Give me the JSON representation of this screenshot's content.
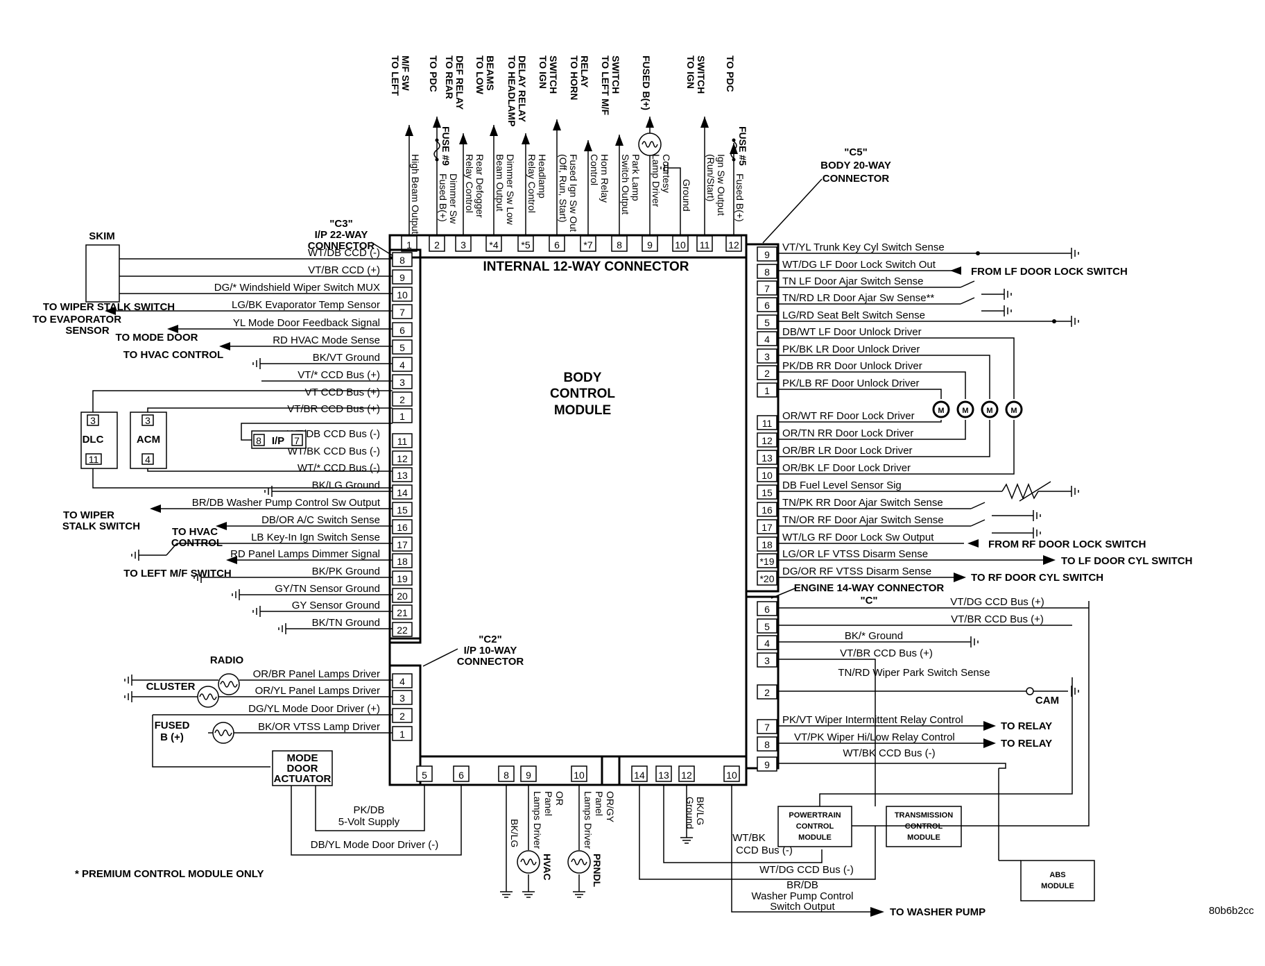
{
  "module": {
    "title_lines": [
      "BODY",
      "CONTROL",
      "MODULE"
    ]
  },
  "internal_connector": {
    "label": "INTERNAL 12-WAY CONNECTOR"
  },
  "connectors": {
    "c3": {
      "name": "\"C3\"",
      "desc1": "I/P 22-WAY",
      "desc2": "CONNECTOR"
    },
    "c5": {
      "name": "\"C5\"",
      "desc1": "BODY 20-WAY",
      "desc2": "CONNECTOR"
    },
    "c2": {
      "name": "\"C2\"",
      "desc1": "I/P 10-WAY",
      "desc2": "CONNECTOR"
    },
    "c": {
      "line1": "ENGINE 14-WAY CONNECTOR",
      "line2": "\"C\""
    }
  },
  "top_wires": [
    {
      "pin": "1",
      "desc_lines": [
        "High Beam Output"
      ],
      "dest_lines": [
        "TO LEFT",
        "M/F SW"
      ]
    },
    {
      "pin": "2",
      "desc_lines": [
        "Dimmer Sw",
        "Fused B(+)"
      ],
      "dest_lines": [
        "TO PDC"
      ],
      "fuse": "FUSE #9"
    },
    {
      "pin": "3",
      "desc_lines": [
        "Rear Defogger",
        "Relay Control"
      ],
      "dest_lines": [
        "TO REAR",
        "DEF RELAY"
      ]
    },
    {
      "pin": "*4",
      "desc_lines": [
        "Dimmer Sw Low",
        "Beam Output"
      ],
      "dest_lines": [
        "TO LOW",
        "BEAMS"
      ]
    },
    {
      "pin": "*5",
      "desc_lines": [
        "Headlamp",
        "Relay Control"
      ],
      "dest_lines": [
        "TO HEADLAMP",
        "DELAY RELAY"
      ]
    },
    {
      "pin": "6",
      "desc_lines": [
        "Fused Ign Sw Out",
        "(Off, Run, Start)"
      ],
      "dest_lines": [
        "TO IGN",
        "SWITCH"
      ]
    },
    {
      "pin": "*7",
      "desc_lines": [
        "Horn Relay",
        "Control"
      ],
      "dest_lines": [
        "TO HORN",
        "RELAY"
      ]
    },
    {
      "pin": "8",
      "desc_lines": [
        "Park Lamp",
        "Switch Output"
      ],
      "dest_lines": [
        "TO LEFT M/F",
        "SWITCH"
      ]
    },
    {
      "pin": "9",
      "desc_lines": [
        "Courtesy",
        "Lamp Driver"
      ],
      "dest_lines": [
        "FUSED B(+)"
      ]
    },
    {
      "pin": "10",
      "desc_lines": [
        "Ground"
      ],
      "dest_lines": []
    },
    {
      "pin": "11",
      "desc_lines": [
        "Ign Sw Output",
        "(Run/Start)"
      ],
      "dest_lines": [
        "TO IGN",
        "SWITCH"
      ]
    },
    {
      "pin": "12",
      "desc_lines": [
        "Fused B(+)"
      ],
      "dest_lines": [
        "TO PDC"
      ],
      "fuse": "FUSE #5"
    }
  ],
  "c3_wires": [
    {
      "pin": "8",
      "label": "WT/DB  CCD (-)"
    },
    {
      "pin": "9",
      "label": "VT/BR  CCD (+)"
    },
    {
      "pin": "10",
      "label": "DG/*  Windshield Wiper Switch MUX"
    },
    {
      "pin": "7",
      "label": "LG/BK  Evaporator Temp Sensor"
    },
    {
      "pin": "6",
      "label": "YL  Mode Door Feedback Signal"
    },
    {
      "pin": "5",
      "label": "RD  HVAC Mode Sense"
    },
    {
      "pin": "4",
      "label": "BK/VT  Ground"
    },
    {
      "pin": "3",
      "label": "VT/*  CCD Bus (+)"
    },
    {
      "pin": "2",
      "label": "VT  CCD Bus (+)"
    },
    {
      "pin": "1",
      "label": "VT/BR  CCD Bus (+)"
    },
    {
      "pin": "11",
      "label": "WT/DB  CCD Bus (-)"
    },
    {
      "pin": "12",
      "label": "WT/BK  CCD Bus (-)"
    },
    {
      "pin": "13",
      "label": "WT/*  CCD Bus (-)"
    },
    {
      "pin": "14",
      "label": "BK/LG  Ground"
    },
    {
      "pin": "15",
      "label": "BR/DB  Washer Pump Control Sw Output"
    },
    {
      "pin": "16",
      "label": "DB/OR  A/C Switch Sense"
    },
    {
      "pin": "17",
      "label": "LB  Key-In Ign Switch Sense"
    },
    {
      "pin": "18",
      "label": "RD  Panel Lamps Dimmer Signal"
    },
    {
      "pin": "19",
      "label": "BK/PK Ground"
    },
    {
      "pin": "20",
      "label": "GY/TN  Sensor Ground"
    },
    {
      "pin": "21",
      "label": "GY  Sensor Ground"
    },
    {
      "pin": "22",
      "label": "BK/TN  Ground"
    }
  ],
  "c2_wires": [
    {
      "pin": "4",
      "label": "OR/BR  Panel Lamps Driver"
    },
    {
      "pin": "3",
      "label": "OR/YL  Panel Lamps Driver"
    },
    {
      "pin": "2",
      "label": "DG/YL  Mode Door Driver (+)"
    },
    {
      "pin": "1",
      "label": "BK/OR  VTSS Lamp Driver"
    }
  ],
  "c2_bottom": [
    {
      "pin": "5"
    },
    {
      "pin": "6"
    },
    {
      "pin": "8"
    },
    {
      "pin": "9"
    },
    {
      "pin": "10"
    }
  ],
  "c5_wires": [
    {
      "pin": "9",
      "label": "VT/YL  Trunk Key Cyl Switch Sense"
    },
    {
      "pin": "8",
      "label": "WT/DG  LF Door Lock Switch Out"
    },
    {
      "pin": "7",
      "label": "TN  LF Door Ajar Switch Sense"
    },
    {
      "pin": "6",
      "label": "TN/RD  LR Door Ajar Sw Sense**"
    },
    {
      "pin": "5",
      "label": "LG/RD  Seat Belt Switch Sense"
    },
    {
      "pin": "4",
      "label": "DB/WT  LF Door Unlock Driver"
    },
    {
      "pin": "3",
      "label": "PK/BK  LR Door Unlock Driver"
    },
    {
      "pin": "2",
      "label": "PK/DB  RR Door Unlock Driver"
    },
    {
      "pin": "1",
      "label": "PK/LB  RF Door Unlock Driver"
    },
    {
      "pin": "11",
      "label": "OR/WT  RF Door Lock Driver"
    },
    {
      "pin": "12",
      "label": "OR/TN  RR Door Lock Driver"
    },
    {
      "pin": "13",
      "label": "OR/BR  LR Door Lock Driver"
    },
    {
      "pin": "10",
      "label": "OR/BK  LF Door Lock Driver"
    },
    {
      "pin": "15",
      "label": "DB  Fuel Level Sensor Sig"
    },
    {
      "pin": "16",
      "label": "TN/PK  RR Door Ajar Switch Sense"
    },
    {
      "pin": "17",
      "label": "TN/OR  RF Door Ajar Switch Sense"
    },
    {
      "pin": "18",
      "label": "WT/LG  RF Door Lock Sw Output"
    },
    {
      "pin": "*19",
      "label": "LG/OR  LF VTSS Disarm Sense"
    },
    {
      "pin": "*20",
      "label": "DG/OR  RF VTSS Disarm Sense"
    }
  ],
  "c_wires": [
    {
      "pin": "6",
      "label": "VT/DG  CCD Bus (+)"
    },
    {
      "pin": "5",
      "label": "VT/BR  CCD Bus (+)"
    },
    {
      "pin": "4",
      "label": "BK/*  Ground"
    },
    {
      "pin": "3",
      "label": "VT/BR  CCD Bus (+)"
    },
    {
      "pin": "2",
      "label": "TN/RD  Wiper Park Switch Sense"
    },
    {
      "pin": "7",
      "label": "PK/VT  Wiper Intermittent Relay Control"
    },
    {
      "pin": "8",
      "label": "VT/PK  Wiper Hi/Low Relay Control"
    },
    {
      "pin": "9",
      "label": "WT/BK  CCD Bus (-)"
    }
  ],
  "c_bottom": [
    {
      "pin": "14"
    },
    {
      "pin": "13"
    },
    {
      "pin": "12"
    },
    {
      "pin": "10"
    }
  ],
  "labels": {
    "skim": "SKIM",
    "to_wiper_stalk": "TO WIPER STALK SWITCH",
    "to_evap_1": "TO  EVAPORATOR",
    "to_evap_2": "SENSOR",
    "to_mode_door": "TO MODE DOOR",
    "to_hvac_control": "TO HVAC CONTROL",
    "dlc": "DLC",
    "dlc_p1": "3",
    "dlc_p2": "11",
    "acm": "ACM",
    "acm_p1": "3",
    "acm_p2": "4",
    "ip": "I/P",
    "ip_p1": "8",
    "ip_p2": "7",
    "to_wiper_2a": "TO WIPER",
    "to_wiper_2b": "STALK SWITCH",
    "to_hvac_2a": "TO HVAC",
    "to_hvac_2b": "CONTROL",
    "to_left_mf": "TO LEFT M/F SWITCH",
    "radio": "RADIO",
    "cluster": "CLUSTER",
    "fused_b_1": "FUSED",
    "fused_b_2": "B (+)",
    "mode_door_1": "MODE",
    "mode_door_2": "DOOR",
    "mode_door_3": "ACTUATOR",
    "pkdb_1": "PK/DB",
    "pkdb_2": "5-Volt Supply",
    "dbyl": "DB/YL  Mode Door Driver (-)",
    "bklg_v": "BK/LG",
    "panel_lamps_hvac": [
      "OR",
      "Panel",
      "Lamps Driver"
    ],
    "hvac_v": "HVAC",
    "panel_lamps_prndl": [
      "OR/GY",
      "Panel",
      "Lamps Driver"
    ],
    "prndl_v": "PRNDL",
    "bklg_ground_v": [
      "BK/LG",
      "Ground"
    ],
    "from_lf_door_lock": "FROM LF DOOR LOCK SWITCH",
    "from_rf_door_lock": "FROM RF DOOR LOCK SWITCH",
    "to_lf_door_cyl": "TO LF DOOR CYL SWITCH",
    "to_rf_door_cyl": "TO RF DOOR CYL SWITCH",
    "cam": "CAM",
    "to_relay_1": "TO RELAY",
    "to_relay_2": "TO RELAY",
    "pcm": [
      "POWERTRAIN",
      "CONTROL",
      "MODULE"
    ],
    "tcm": [
      "TRANSMISSION",
      "CONTROL",
      "MODULE"
    ],
    "abs": [
      "ABS",
      "MODULE"
    ],
    "wtbk_1": "WT/BK",
    "wtbk_2": "CCD Bus (-)",
    "wtdg": "WT/DG   CCD Bus (-)",
    "brdb_1": "BR/DB",
    "brdb_2": "Washer Pump Control",
    "brdb_3": "Switch Output",
    "to_washer_pump": "TO WASHER PUMP",
    "motor": "M",
    "premium_note": "* PREMIUM CONTROL MODULE ONLY",
    "ref_code": "80b6b2cc"
  }
}
